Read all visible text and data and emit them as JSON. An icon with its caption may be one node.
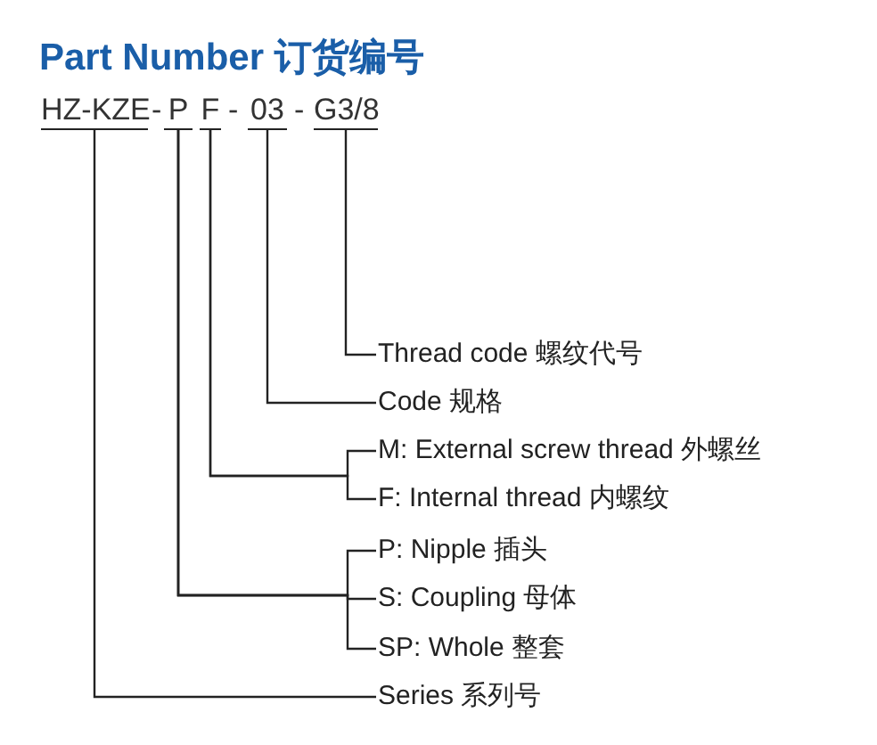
{
  "diagram": {
    "title": "Part Number 订货编号",
    "nodes": [
      {
        "text": [
          "HZ-KZE"
        ]
      },
      {
        "text": [
          "P"
        ]
      },
      {
        "text": [
          "F"
        ]
      },
      {
        "text": [
          "03"
        ]
      },
      {
        "text": [
          "G3/8"
        ]
      },
      {
        "text": [
          "Thread code 螺纹代号"
        ]
      },
      {
        "text": [
          "Code 规格"
        ]
      },
      {
        "text": [
          "M: External screw thread 外螺丝"
        ]
      },
      {
        "text": [
          "F: Internal thread 内螺纹"
        ]
      },
      {
        "text": [
          "P: Nipple 插头"
        ]
      },
      {
        "text": [
          "S: Coupling 母体"
        ]
      },
      {
        "text": [
          "SP: Whole 整套"
        ]
      },
      {
        "text": [
          "Series 系列号"
        ]
      }
    ],
    "edges": [
      {
        "from": 4,
        "to": 5,
        "arrow": "none"
      },
      {
        "from": 3,
        "to": 6,
        "arrow": "none"
      },
      {
        "from": 2,
        "to": 7,
        "arrow": "none"
      },
      {
        "from": 2,
        "to": 8,
        "arrow": "none"
      },
      {
        "from": 1,
        "to": 9,
        "arrow": "none"
      },
      {
        "from": 1,
        "to": 10,
        "arrow": "none"
      },
      {
        "from": 1,
        "to": 11,
        "arrow": "none"
      },
      {
        "from": 0,
        "to": 12,
        "arrow": "none"
      }
    ],
    "labels": [
      "-",
      "-",
      "-"
    ]
  }
}
